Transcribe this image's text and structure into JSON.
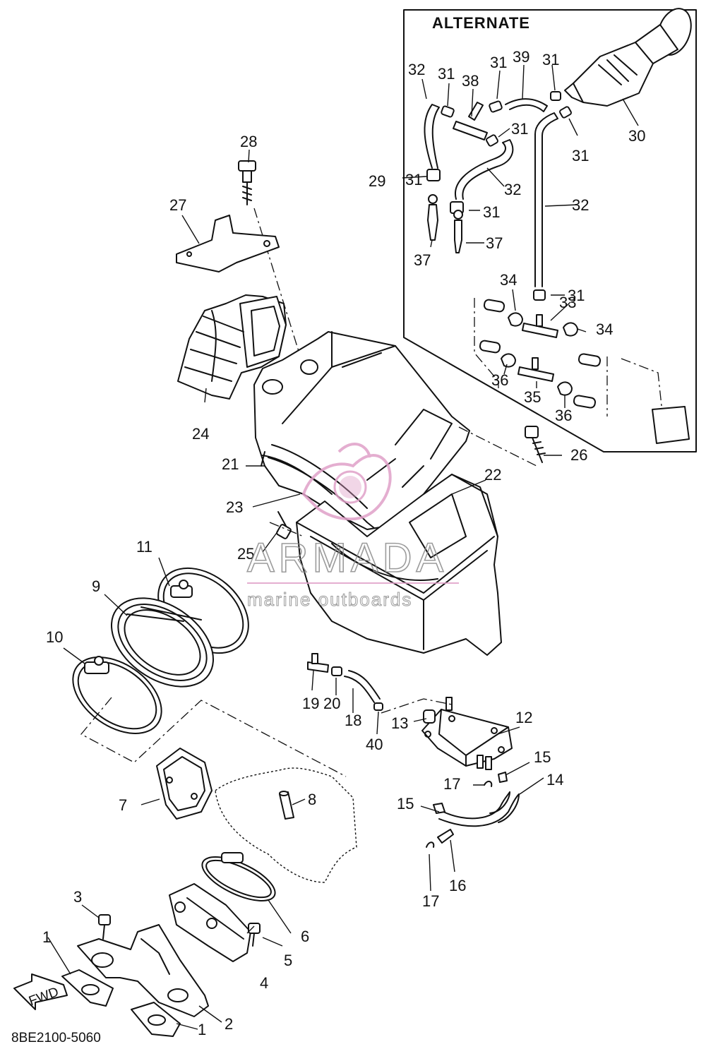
{
  "diagram": {
    "inset_title": "ALTERNATE",
    "drawing_code": "8BE2100-5060",
    "fwd_label": "FWD",
    "callouts": {
      "c1a": "1",
      "c1b": "1",
      "c2": "2",
      "c3": "3",
      "c4": "4",
      "c5": "5",
      "c6": "6",
      "c7": "7",
      "c8": "8",
      "c9": "9",
      "c10": "10",
      "c11": "11",
      "c12": "12",
      "c13": "13",
      "c14": "14",
      "c15a": "15",
      "c15b": "15",
      "c16": "16",
      "c17a": "17",
      "c17b": "17",
      "c18": "18",
      "c19": "19",
      "c20": "20",
      "c21": "21",
      "c22": "22",
      "c23": "23",
      "c24": "24",
      "c25": "25",
      "c26": "26",
      "c27": "27",
      "c28": "28",
      "c29": "29",
      "c30": "30",
      "c31a": "31",
      "c31b": "31",
      "c31c": "31",
      "c31d": "31",
      "c31e": "31",
      "c31f": "31",
      "c31g": "31",
      "c31h": "31",
      "c32a": "32",
      "c32b": "32",
      "c32c": "32",
      "c33": "33",
      "c34a": "34",
      "c34b": "34",
      "c35": "35",
      "c36a": "36",
      "c36b": "36",
      "c37a": "37",
      "c37b": "37",
      "c38": "38",
      "c39": "39",
      "c40": "40"
    },
    "watermark": {
      "brand": "ARMADA",
      "tagline": "marine outboards",
      "brand_color": "#e0a0c8"
    },
    "colors": {
      "ink": "#111111",
      "background": "#ffffff"
    }
  }
}
